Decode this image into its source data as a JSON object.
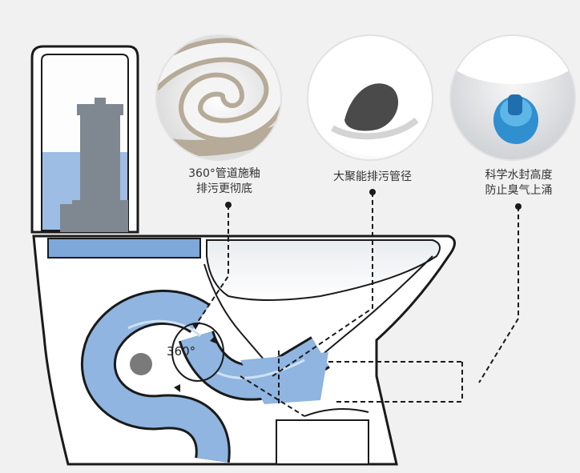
{
  "callouts": [
    {
      "line1": "360°管道施釉",
      "line2": "排污更彻底",
      "detail": "glazed-s-trap-pipe"
    },
    {
      "line1": "大聚能排污管径",
      "line2": "",
      "detail": "large-drain-outlet"
    },
    {
      "line1": "科学水封高度",
      "line2": "防止臭气上涌",
      "detail": "blue-water-seal"
    }
  ],
  "rotation_label": "360°",
  "colors": {
    "background": "#f1f1f1",
    "outline": "#1a1a1a",
    "water": "#8fb5e0",
    "water_dark": "#6f9dd4",
    "tank_mechanism": "#7f8891",
    "ceramic": "#ffffff"
  }
}
